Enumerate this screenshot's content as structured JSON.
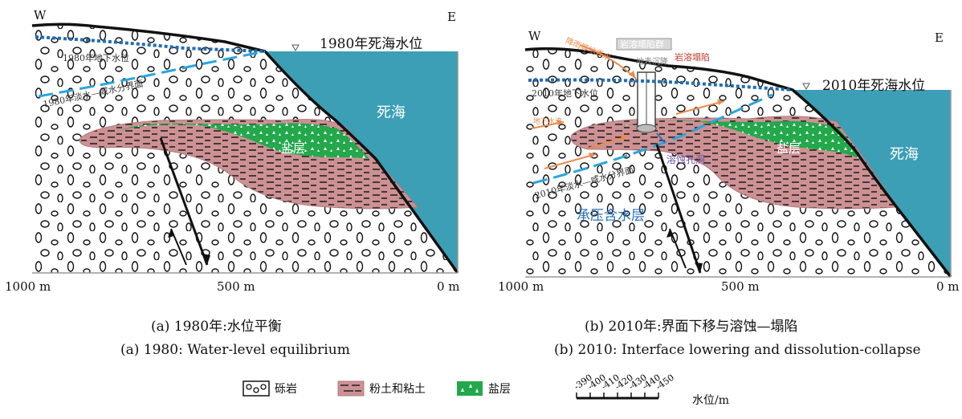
{
  "panel_a": {
    "west": "W",
    "east": "E",
    "sea_level_label": "1980年死海水位",
    "groundwater_label": "1980年地下水位",
    "interface_label": "1980年淡水—咸水分界面",
    "dead_sea_label": "死海",
    "salt_layer_label": "盐层",
    "x_ticks": [
      "1000 m",
      "500 m",
      "0 m"
    ],
    "caption_cn": "(a) 1980年:水位平衡",
    "caption_en": "(a) 1980: Water-level equilibrium"
  },
  "panel_b": {
    "west": "W",
    "east": "E",
    "sea_level_label": "2010年死海水位",
    "groundwater_label": "2010年地下水位",
    "interface_label": "2010年淡水—咸水分界面",
    "dead_sea_label": "死海",
    "salt_layer_label": "盐层",
    "sinkhole_group_label": "岩溶塌陷群",
    "sinkhole_label": "岩溶塌陷",
    "rain_label": "降雨等地表水",
    "subsidence_label": "地表沉降",
    "underground_water_label": "地下水流",
    "cavity_label": "溶蚀孔洞",
    "aquifer_label": "承压含水层",
    "x_ticks": [
      "1000 m",
      "500 m",
      "0 m"
    ],
    "caption_cn": "(b) 2010年:界面下移与溶蚀—塌陷",
    "caption_en": "(b) 2010: Interface lowering and dissolution-collapse"
  },
  "legend": {
    "gravel": "砾岩",
    "silt_clay": "粉土和粘土",
    "salt": "盐层",
    "water_level": "水位/m",
    "scale_ticks": [
      "-390",
      "-400",
      "-410",
      "-420",
      "-430",
      "-440",
      "-450"
    ]
  },
  "colors": {
    "sea": "#3c9fb5",
    "silt": "#cd9194",
    "salt": "#23a84c",
    "groundwater": "#1f6db3",
    "interface": "#2aa5dd",
    "arrow_orange": "#e88d4e",
    "aquifer_text": "#2a72b8",
    "cavity_text": "#6b4fa3"
  }
}
